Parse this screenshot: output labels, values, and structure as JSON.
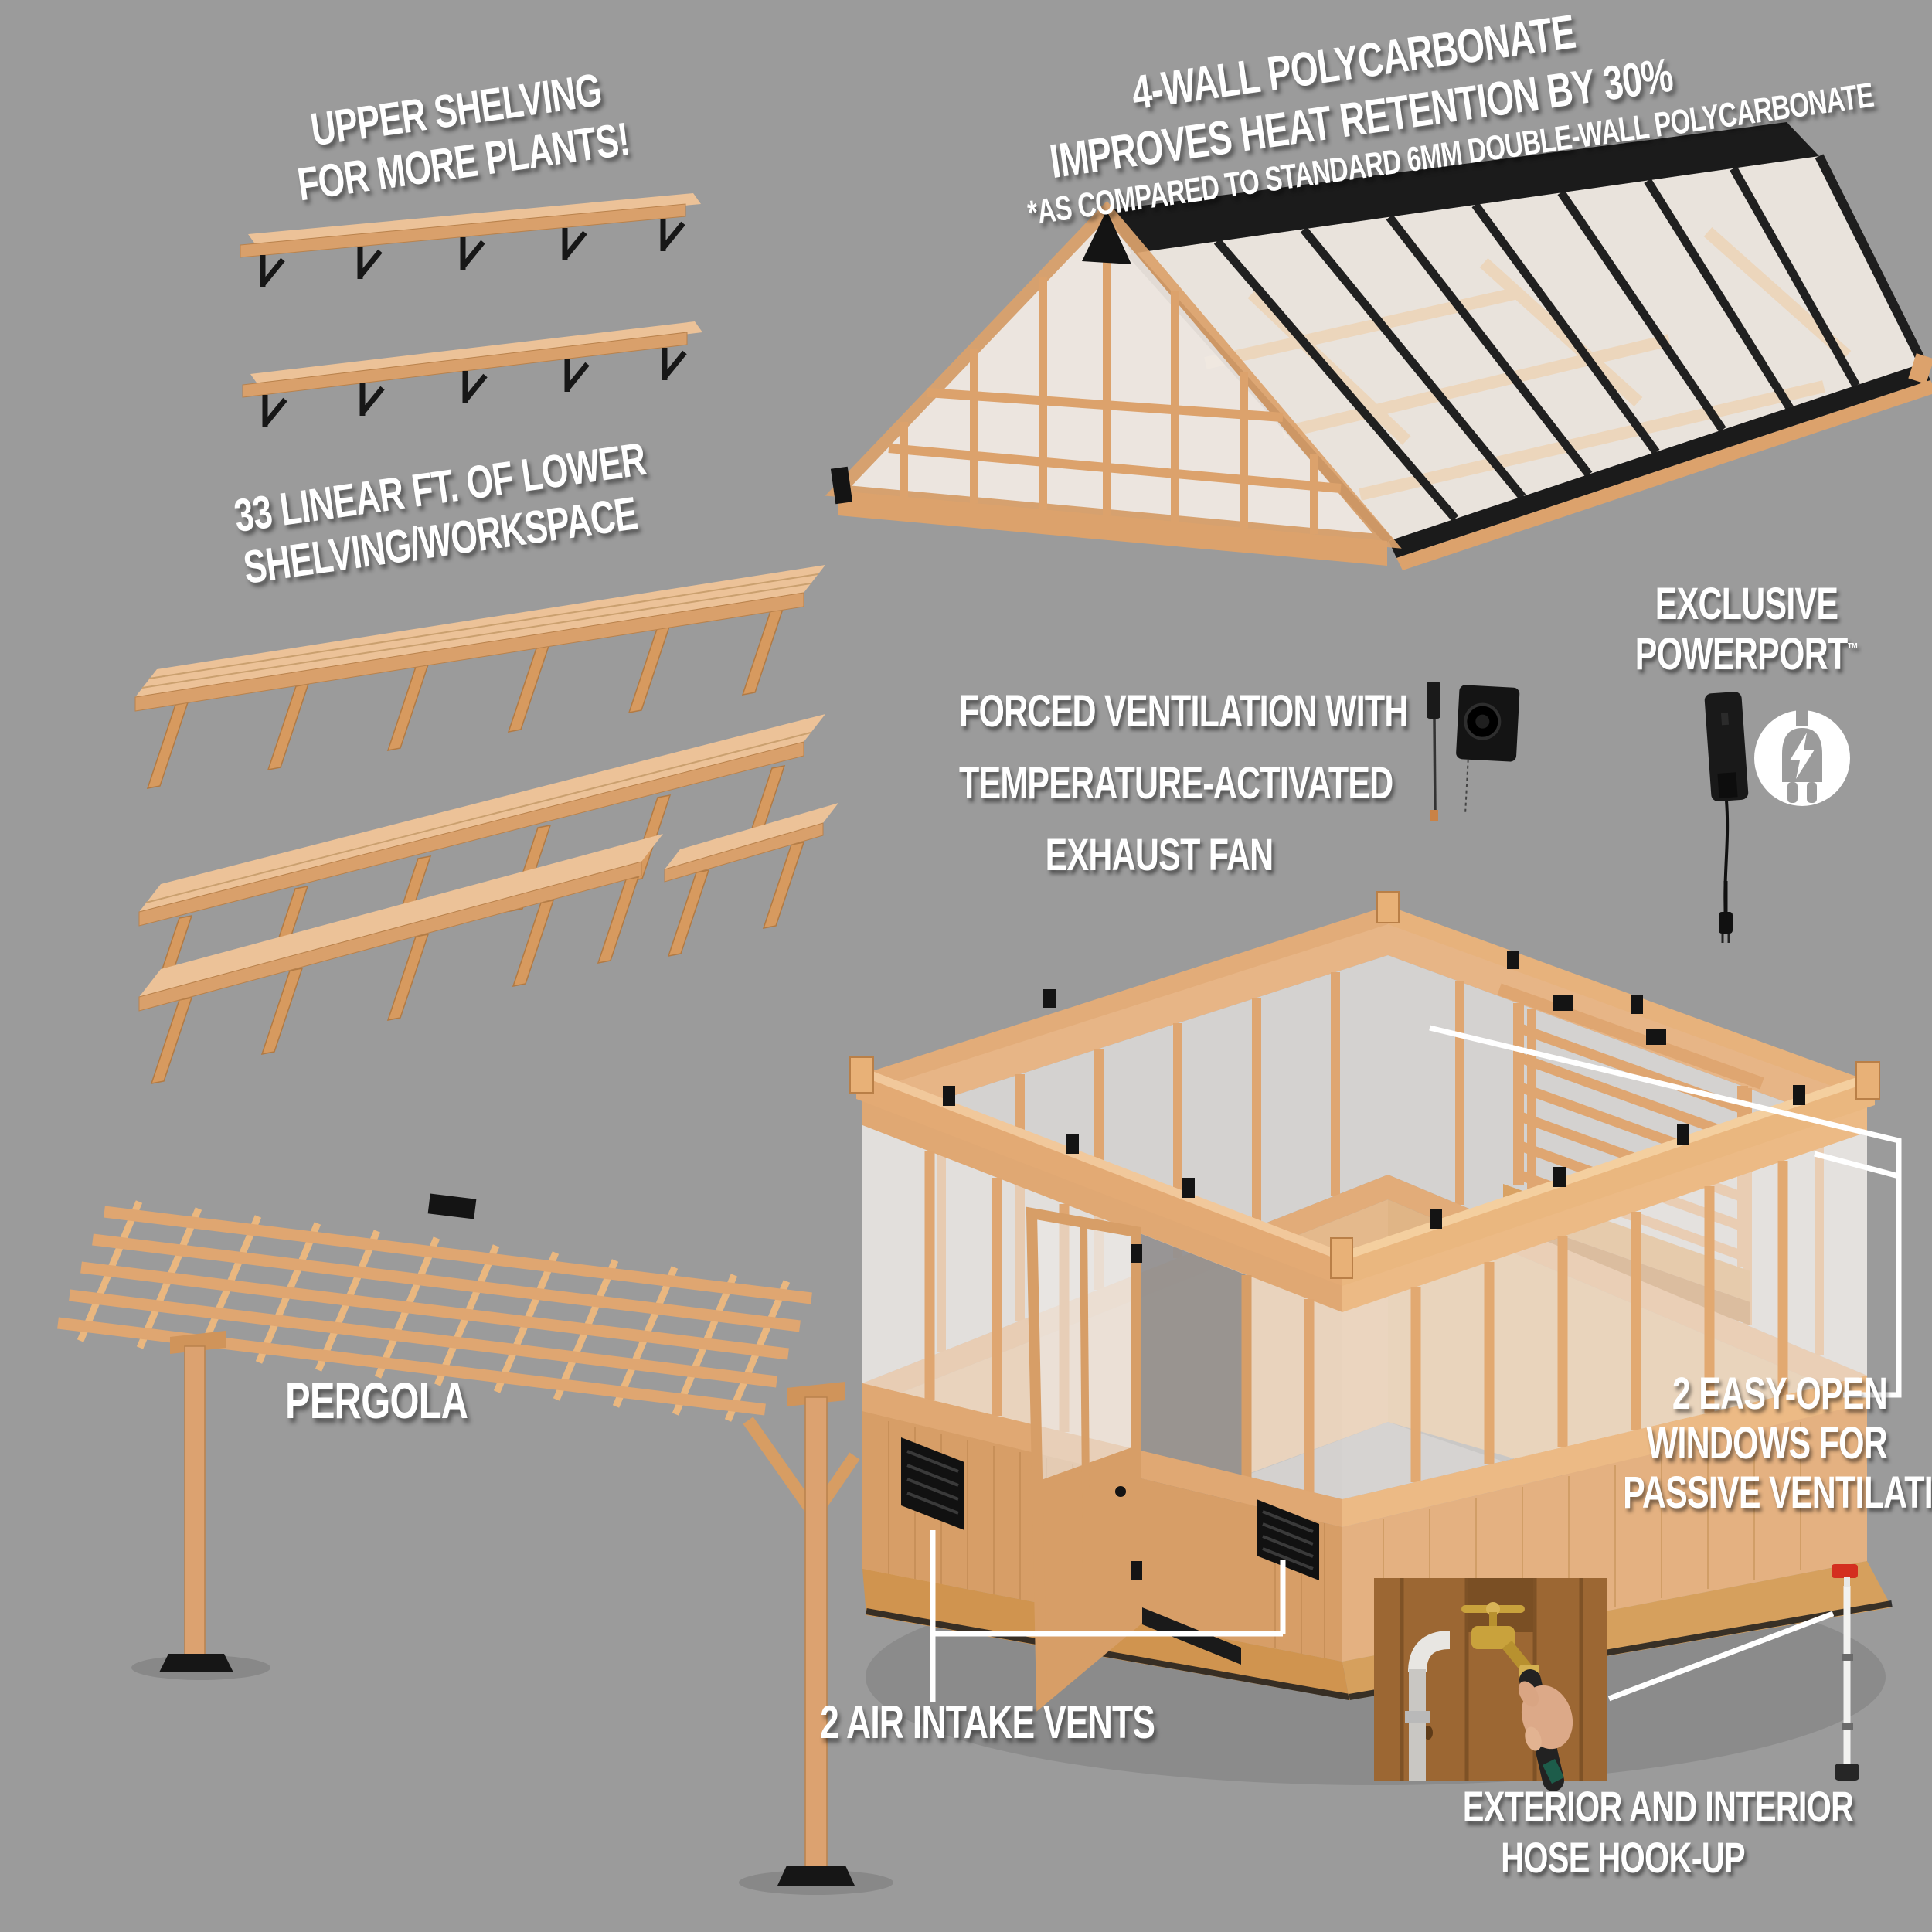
{
  "page": {
    "background_color": "#9b9b9b",
    "text_color": "#ffffff",
    "wood_color": "#dfa671",
    "wood_dark": "#c38850",
    "frame_black": "#1b1b1b",
    "panel_translucent": "#f0e9e2"
  },
  "callouts": {
    "upper_shelving": {
      "line1": "UPPER SHELVING",
      "line2": "FOR MORE PLANTS!"
    },
    "polycarbonate": {
      "line1": "4-WALL POLYCARBONATE",
      "line2": "IMPROVES HEAT RETENTION BY 30%",
      "footnote": "*AS COMPARED TO STANDARD 6MM DOUBLE-WALL POLYCARBONATE"
    },
    "lower_shelving": {
      "line1": "33 LINEAR FT. OF LOWER",
      "line2": "SHELVING/WORKSPACE"
    },
    "forced_ventilation": {
      "line1": "FORCED VENTILATION WITH",
      "line2": "TEMPERATURE-ACTIVATED",
      "line3": "EXHAUST FAN"
    },
    "powerport": {
      "line1": "EXCLUSIVE",
      "line2": "POWERPORT",
      "tm": "™"
    },
    "pergola": {
      "label": "PERGOLA"
    },
    "windows": {
      "line1": "2 EASY-OPEN",
      "line2": "WINDOWS FOR",
      "line3": "PASSIVE VENTILATION"
    },
    "air_vents": {
      "label": "2 AIR INTAKE VENTS"
    },
    "hose": {
      "line1": "EXTERIOR AND INTERIOR",
      "line2": "HOSE HOOK-UP"
    }
  },
  "icons": {
    "powerport_icon": "power-plug-lightning",
    "exhaust_fan_icon": "exhaust-fan",
    "thermometer_probe_icon": "temperature-probe",
    "hose_pipe_icon": "hose-stand-pipe"
  }
}
